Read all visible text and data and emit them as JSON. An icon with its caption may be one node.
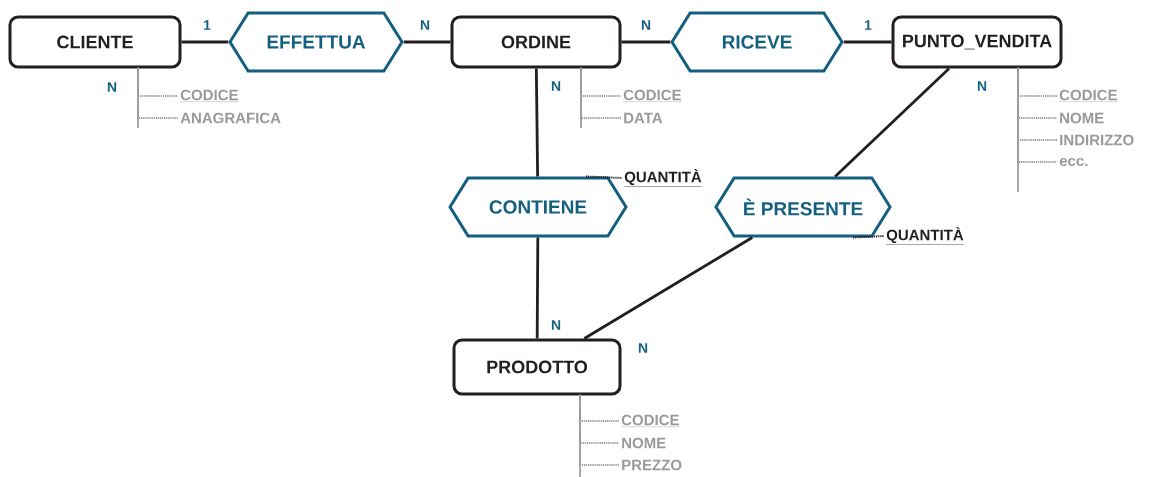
{
  "diagram": {
    "nodes": [
      {
        "text": [
          "CLIENTE"
        ]
      },
      {
        "text": [
          "EFFETTUA"
        ]
      },
      {
        "text": [
          "ORDINE"
        ]
      },
      {
        "text": [
          "RICEVE"
        ]
      },
      {
        "text": [
          "PUNTO_VENDITA"
        ]
      },
      {
        "text": [
          "CONTIENE"
        ]
      },
      {
        "text": [
          "È PRESENTE"
        ]
      },
      {
        "text": [
          "PRODOTTO"
        ]
      },
      {
        "text": [
          "CODICE"
        ]
      },
      {
        "text": [
          "ANAGRAFICA"
        ]
      },
      {
        "text": [
          "CODICE"
        ]
      },
      {
        "text": [
          "DATA"
        ]
      },
      {
        "text": [
          "QUANTITÀ"
        ]
      },
      {
        "text": [
          "CODICE"
        ]
      },
      {
        "text": [
          "NOME"
        ]
      },
      {
        "text": [
          "INDIRIZZO"
        ]
      },
      {
        "text": [
          "ecc."
        ]
      },
      {
        "text": [
          "QUANTITÀ"
        ]
      },
      {
        "text": [
          "CODICE"
        ]
      },
      {
        "text": [
          "NOME"
        ]
      },
      {
        "text": [
          "PREZZO"
        ]
      }
    ],
    "edges": [
      {
        "from": 0,
        "to": 1,
        "arrow": "none",
        "label": "1",
        "color": "#231f20"
      },
      {
        "from": 1,
        "to": 2,
        "arrow": "none",
        "label": "N",
        "color": "#231f20"
      },
      {
        "from": 2,
        "to": 3,
        "arrow": "none",
        "label": "N",
        "color": "#231f20"
      },
      {
        "from": 3,
        "to": 4,
        "arrow": "none",
        "label": "1",
        "color": "#231f20"
      },
      {
        "from": 2,
        "to": 5,
        "arrow": "none",
        "label": "N",
        "color": "#231f20"
      },
      {
        "from": 5,
        "to": 7,
        "arrow": "none",
        "label": "N",
        "color": "#231f20"
      },
      {
        "from": 4,
        "to": 6,
        "arrow": "none",
        "label": "N",
        "color": "#231f20"
      },
      {
        "from": 6,
        "to": 7,
        "arrow": "none",
        "label": "N",
        "color": "#231f20"
      },
      {
        "from": 0,
        "to": 8,
        "arrow": "none",
        "style": "dashed",
        "color": "#999999"
      },
      {
        "from": 0,
        "to": 9,
        "arrow": "none",
        "style": "dashed",
        "color": "#999999"
      },
      {
        "from": 2,
        "to": 10,
        "arrow": "none",
        "style": "dashed",
        "color": "#999999"
      },
      {
        "from": 2,
        "to": 11,
        "arrow": "none",
        "style": "dashed",
        "color": "#999999"
      },
      {
        "from": 5,
        "to": 12,
        "arrow": "none",
        "style": "dashed",
        "color": "#231f20"
      },
      {
        "from": 4,
        "to": 13,
        "arrow": "none",
        "style": "dashed",
        "color": "#999999"
      },
      {
        "from": 4,
        "to": 14,
        "arrow": "none",
        "style": "dashed",
        "color": "#999999"
      },
      {
        "from": 4,
        "to": 15,
        "arrow": "none",
        "style": "dashed",
        "color": "#999999"
      },
      {
        "from": 4,
        "to": 16,
        "arrow": "none",
        "style": "dashed",
        "color": "#999999"
      },
      {
        "from": 6,
        "to": 17,
        "arrow": "none",
        "style": "dashed",
        "color": "#231f20"
      },
      {
        "from": 7,
        "to": 18,
        "arrow": "none",
        "style": "dashed",
        "color": "#999999"
      },
      {
        "from": 7,
        "to": 19,
        "arrow": "none",
        "style": "dashed",
        "color": "#999999"
      },
      {
        "from": 7,
        "to": 20,
        "arrow": "none",
        "style": "dashed",
        "color": "#999999"
      }
    ],
    "labels": [
      "N"
    ]
  }
}
